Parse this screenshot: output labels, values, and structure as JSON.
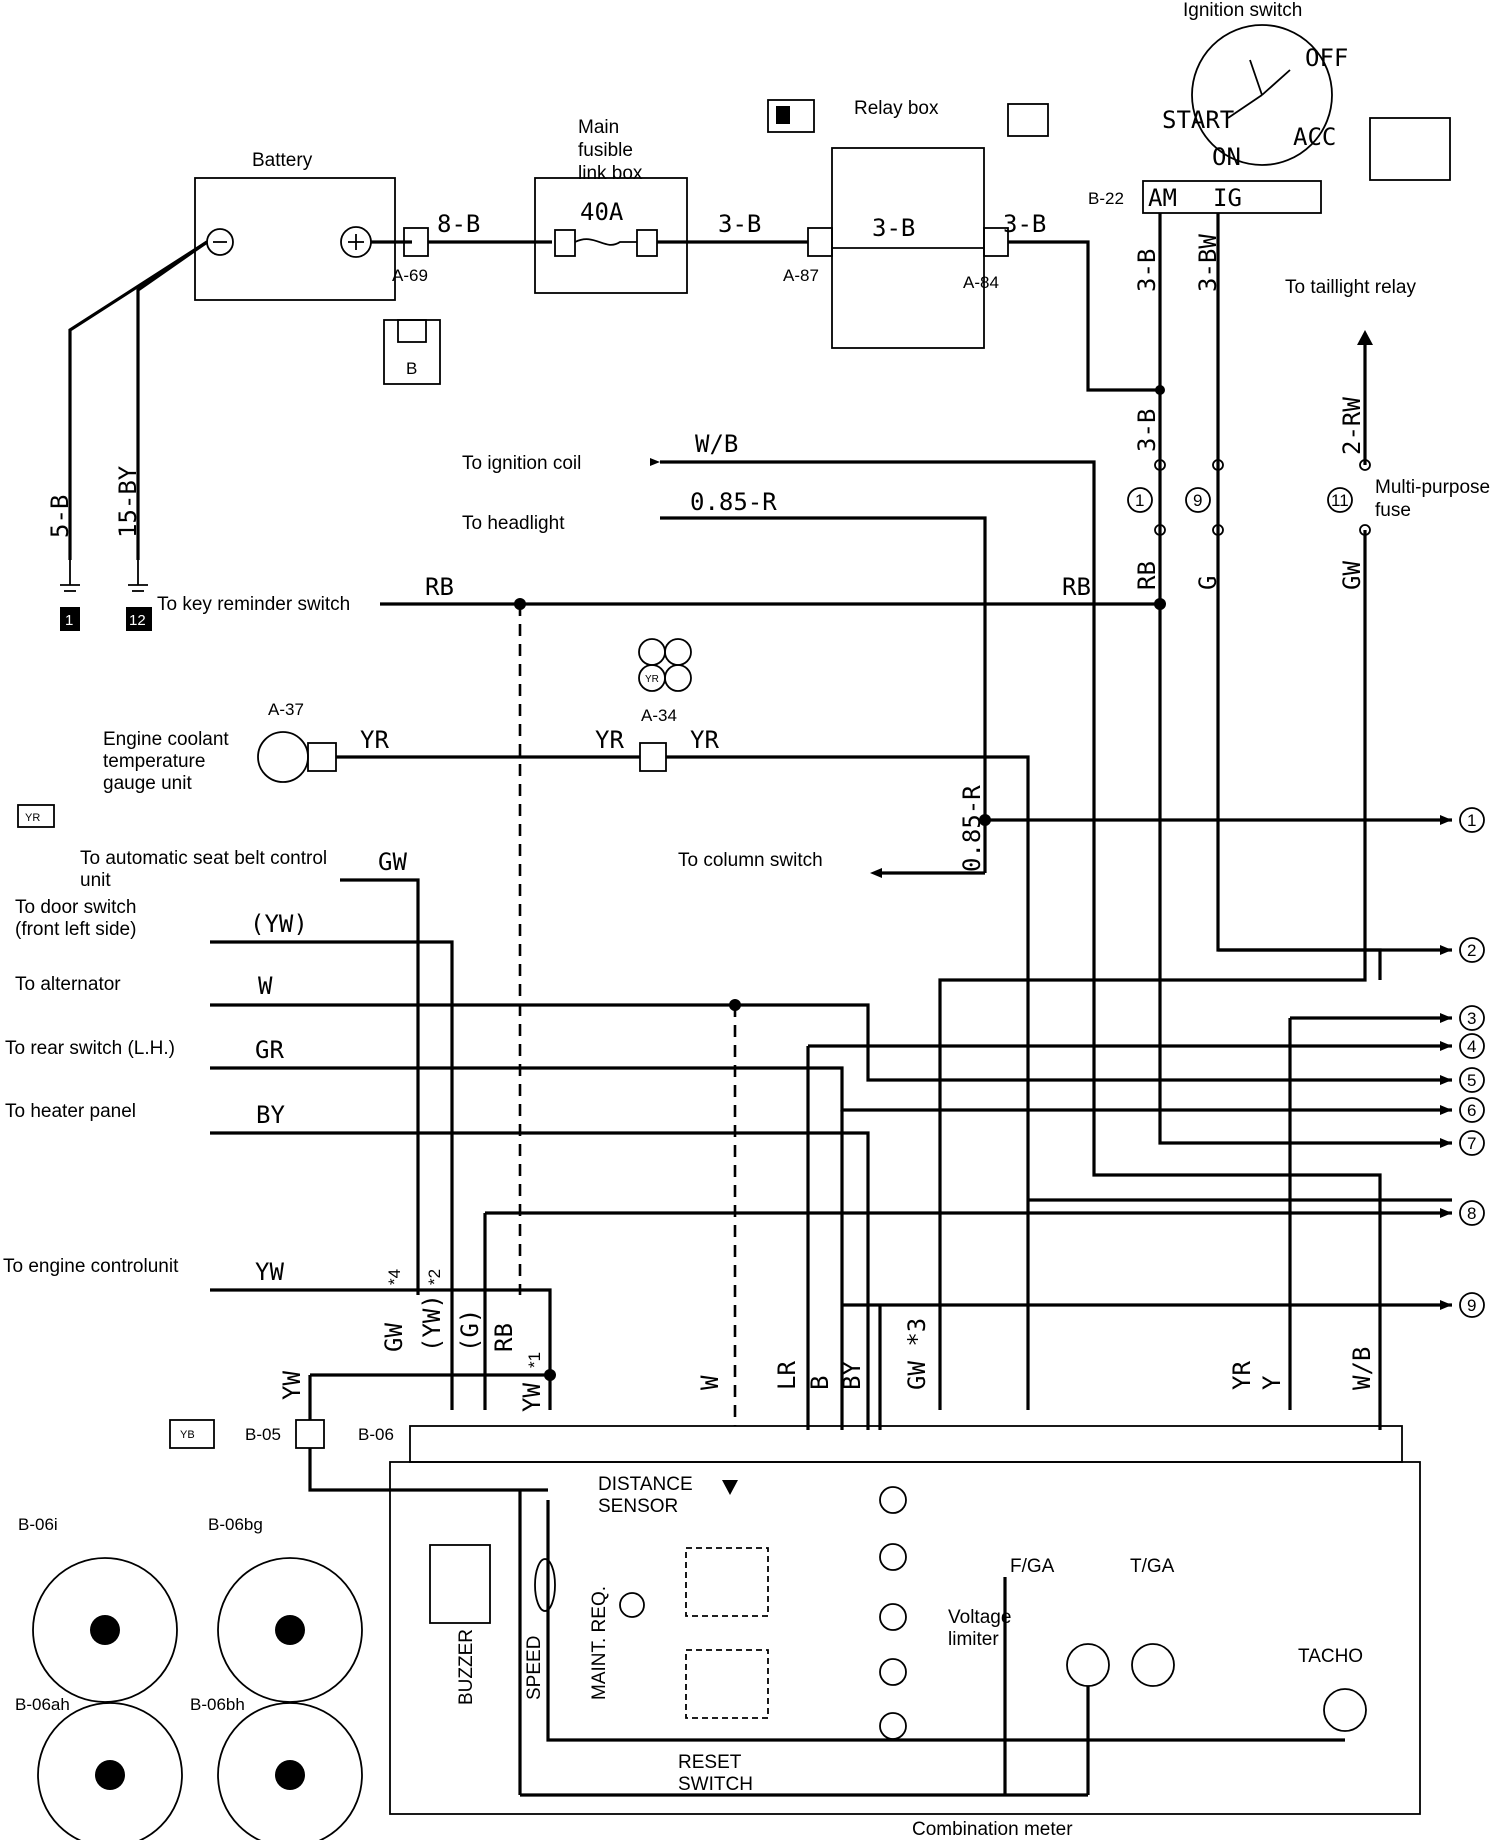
{
  "components": {
    "ignition_switch": "Ignition switch",
    "ign_off": "OFF",
    "ign_start": "START",
    "ign_acc": "ACC",
    "ign_on": "ON",
    "ign_am": "AM",
    "ign_ig": "IG",
    "battery": "Battery",
    "main_fusible_1": "Main",
    "main_fusible_2": "fusible",
    "main_fusible_3": "link box",
    "fusible_40a": "40A",
    "relay_box": "Relay box",
    "multi_fuse_1": "Multi-purpose",
    "multi_fuse_2": "fuse",
    "coolant_1": "Engine coolant",
    "coolant_2": "temperature",
    "coolant_3": "gauge unit",
    "buzzer": "BUZZER",
    "speed": "SPEED",
    "maint_req": "MAINT. REQ.",
    "distance_1": "DISTANCE",
    "distance_2": "SENSOR",
    "reset_1": "RESET",
    "reset_2": "SWITCH",
    "voltage_1": "Voltage",
    "voltage_2": "limiter",
    "fga": "F/GA",
    "tga": "T/GA",
    "tacho": "TACHO",
    "combination_meter": "Combination meter"
  },
  "connectors": {
    "a69": "A-69",
    "a87": "A-87",
    "a84": "A-84",
    "b22": "B-22",
    "a37": "A-37",
    "a34": "A-34",
    "b05": "B-05",
    "b06": "B-06",
    "b06i": "B-06i",
    "b06bg": "B-06bg",
    "b06ah": "B-06ah",
    "b06bh": "B-06bh"
  },
  "wires": {
    "w8b": "8-B",
    "w3b_a": "3-B",
    "w3b_b": "3-B",
    "w3b_c": "3-B",
    "w3b_v": "3-B",
    "w3bw": "3-BW",
    "w3b_v2": "3-B",
    "w5b": "5-B",
    "w15by": "15-BY",
    "w2rw": "2-RW",
    "wb_coil": "W/B",
    "r085": "0.85-R",
    "r085_v": "0.85-R",
    "rb_l": "RB",
    "rb_r": "RB",
    "rb_v": "RB",
    "g_v": "G",
    "gw_v": "GW",
    "yr_a": "YR",
    "yr_b": "YR",
    "yr_c": "YR",
    "gw_seat": "GW",
    "yw_door": "(YW)",
    "w_alt": "W",
    "gr_rear": "GR",
    "by_heat": "BY",
    "yw_eng": "YW",
    "c_gw": "GW",
    "c_yw": "(YW)",
    "c_g": "(G)",
    "c_rb": "RB",
    "c_yw2": "YW",
    "c_yw_b05": "YW",
    "c_w": "W",
    "c_lr": "LR",
    "c_b": "B",
    "c_by": "BY",
    "c_gw3": "GW *3",
    "c_yr": "YR",
    "c_y": "Y",
    "c_wb": "W/B",
    "star4": "*4",
    "star2": "*2",
    "star1": "*1"
  },
  "destinations": {
    "ign_coil": "To ignition coil",
    "headlight": "To headlight",
    "key_reminder": "To key reminder switch",
    "taillight": "To taillight relay",
    "seat_belt_1": "To automatic seat belt control",
    "seat_belt_2": "unit",
    "column": "To column switch",
    "door_1": "To door switch",
    "door_2": "(front left side)",
    "alternator": "To alternator",
    "rear_switch": "To rear switch (L.H.)",
    "heater": "To heater panel",
    "engine_cu": "To engine controlunit"
  },
  "numbers": {
    "n1": "1",
    "n2": "2",
    "n3": "3",
    "n4": "4",
    "n5": "5",
    "n6": "6",
    "n7": "7",
    "n8": "8",
    "n9": "9",
    "f1": "1",
    "f9": "9",
    "f11": "11",
    "g1": "1",
    "g12": "12"
  },
  "misc": {
    "b_tag": "B",
    "yr_tag": "YR",
    "yb_tag": "YB"
  }
}
